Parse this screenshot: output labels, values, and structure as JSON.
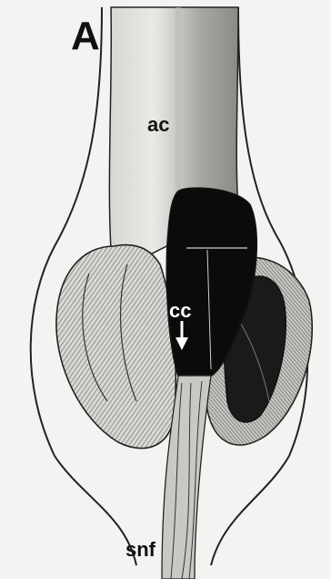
{
  "figure": {
    "panel_label": "A",
    "labels": {
      "ac": "ac",
      "cc": "cc",
      "snf": "snf"
    }
  },
  "colors": {
    "background": "#f3f3f1",
    "ink": "#111111",
    "cavity": "#0b0b0b",
    "shading": "#9a9a96"
  }
}
